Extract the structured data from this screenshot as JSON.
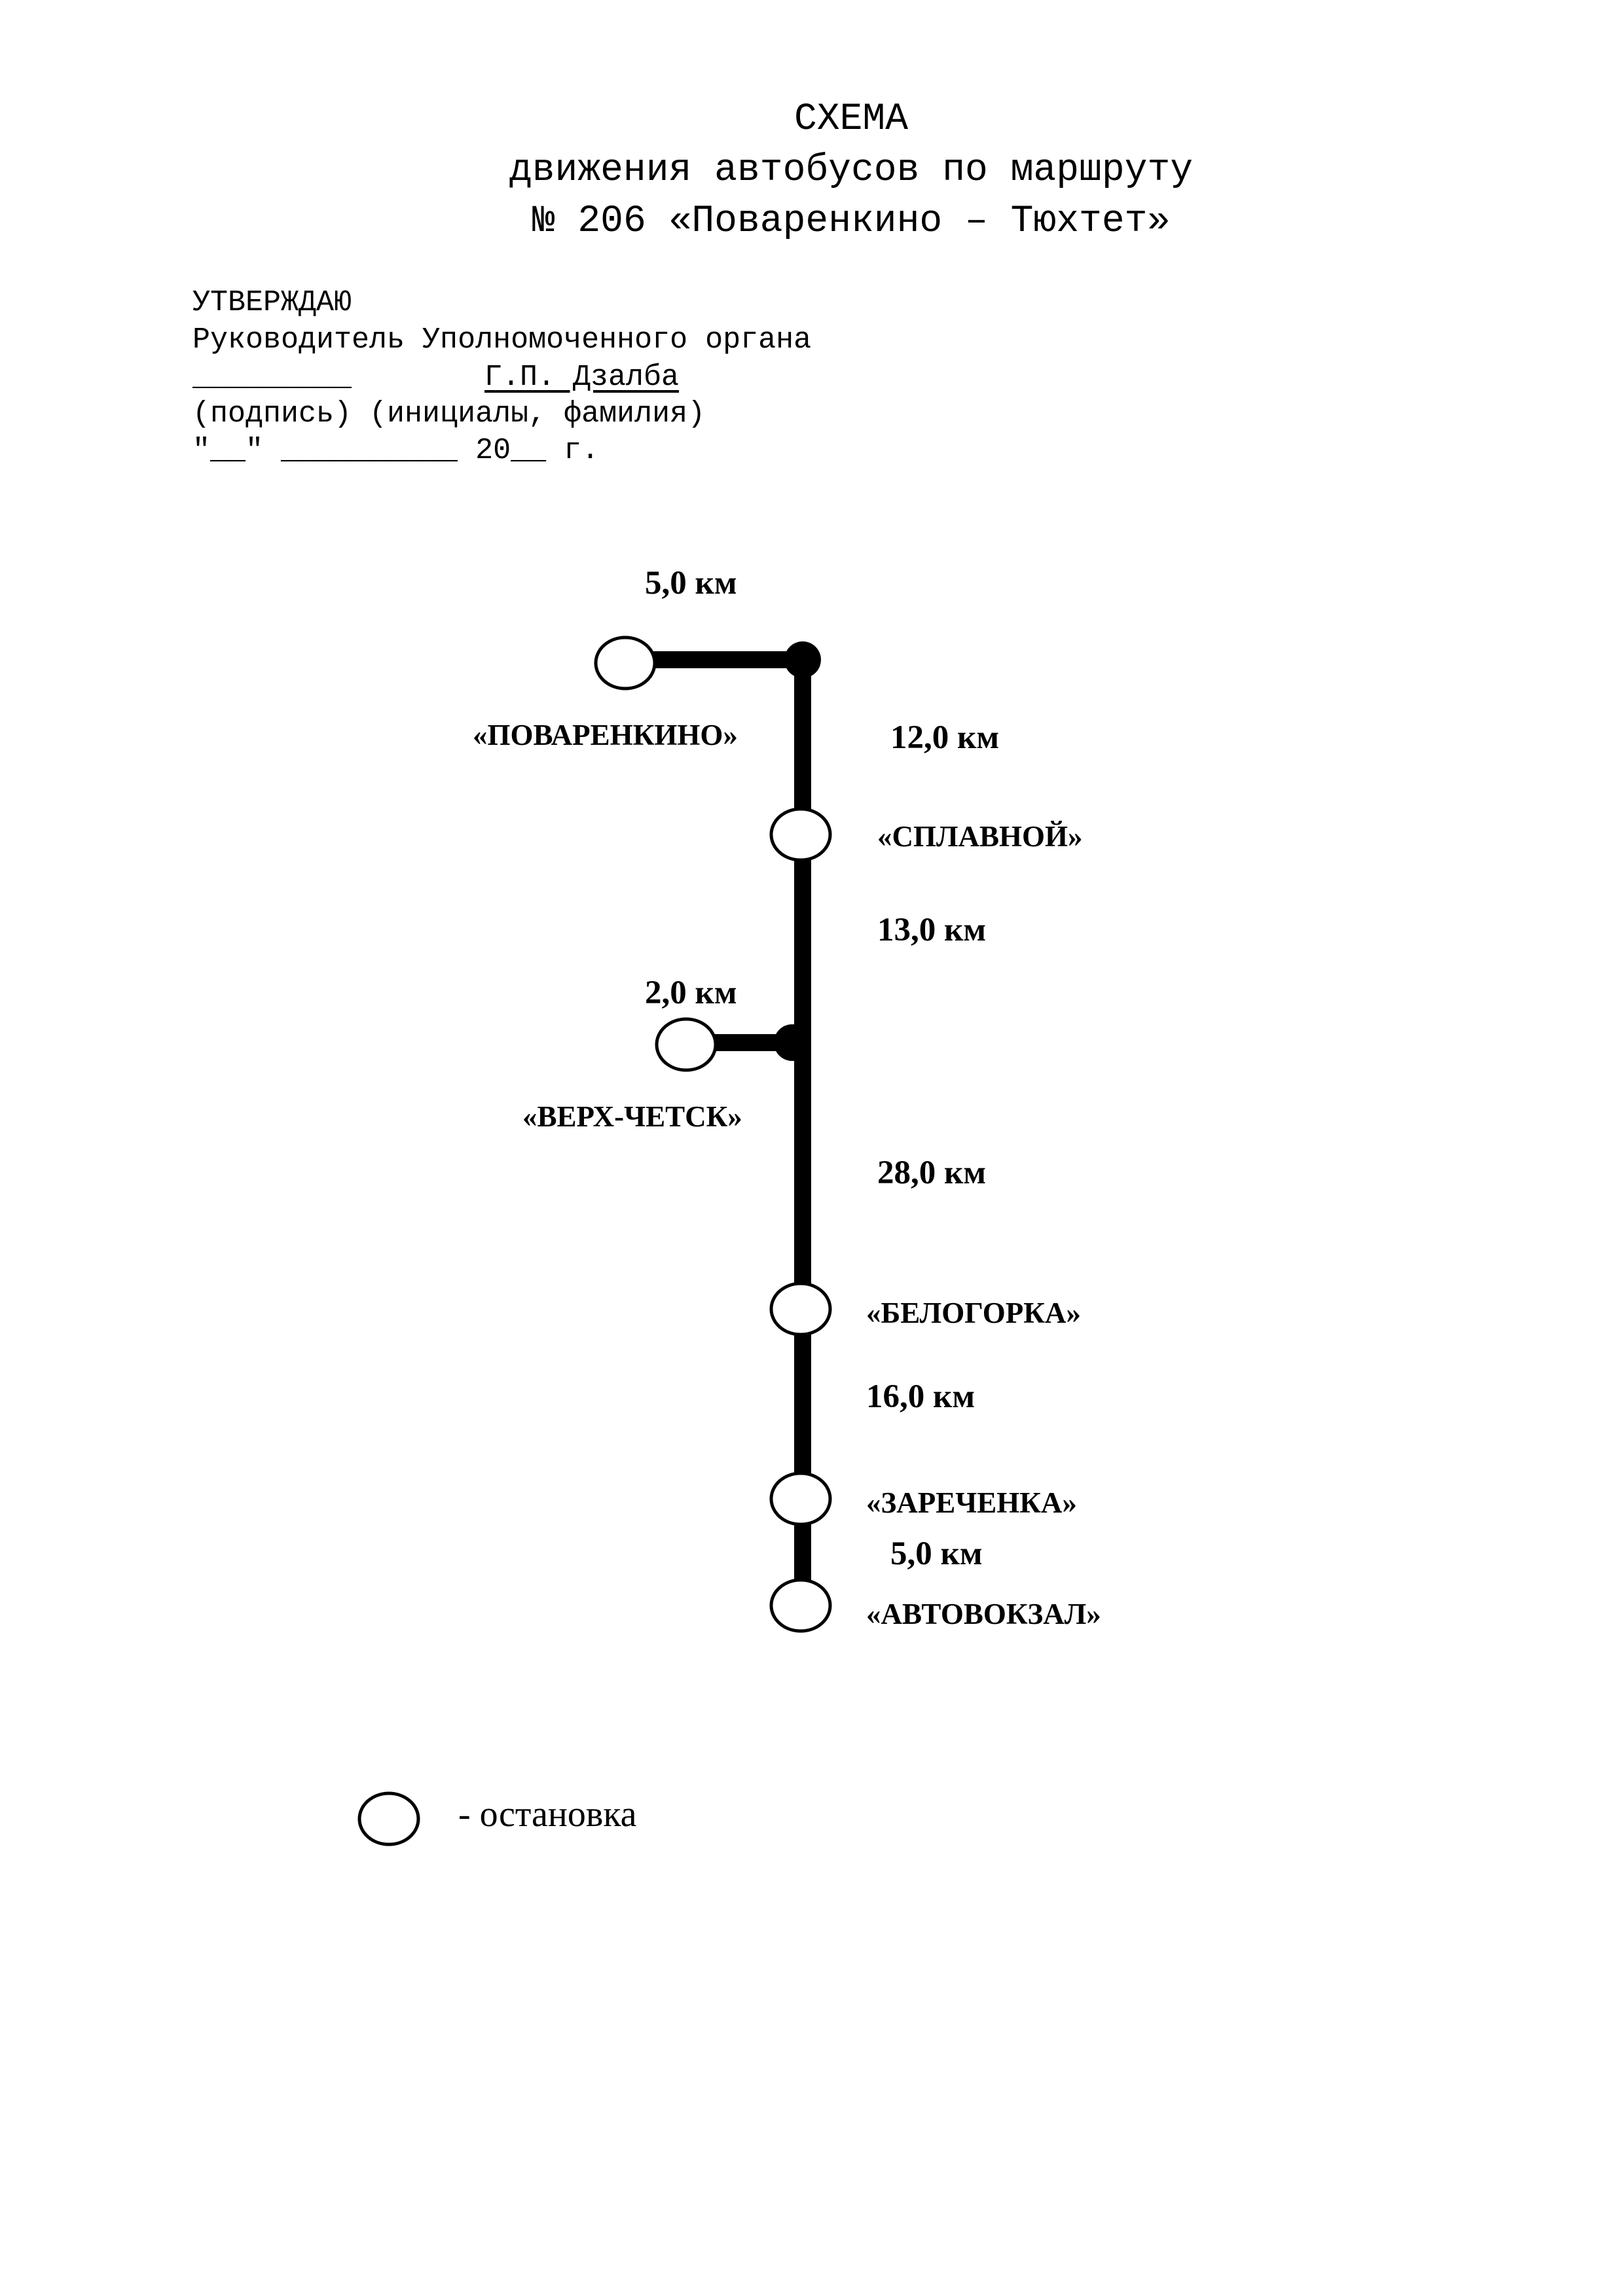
{
  "header": {
    "title_line1": "СХЕМА",
    "title_line2": "движения автобусов по маршруту",
    "title_line3": "№ 206 «Поваренкино – Тюхтет»"
  },
  "approval": {
    "approve_label": "УТВЕРЖДАЮ",
    "position": "Руководитель Уполномоченного органа",
    "signature_blank": "_________",
    "signer_name": "Г.П. Дзалба",
    "caption": "(подпись) (инициалы, фамилия)",
    "date_line": "\"__\" __________ 20__ г."
  },
  "route": {
    "stops": [
      {
        "name": "«ПОВАРЕНКИНО»"
      },
      {
        "name": "«СПЛАВНОЙ»"
      },
      {
        "name": "«ВЕРХ-ЧЕТСК»"
      },
      {
        "name": "«БЕЛОГОРКА»"
      },
      {
        "name": "«ЗАРЕЧЕНКА»"
      },
      {
        "name": "«АВТОВОКЗАЛ»"
      }
    ],
    "segments": [
      {
        "from": "«ПОВАРЕНКИНО»",
        "to": "junction-1",
        "distance": "5,0 км"
      },
      {
        "from": "junction-1",
        "to": "«СПЛАВНОЙ»",
        "distance": "12,0 км"
      },
      {
        "from": "«СПЛАВНОЙ»",
        "to": "junction-2",
        "distance": "13,0 км"
      },
      {
        "from": "«ВЕРХ-ЧЕТСК»",
        "to": "junction-2",
        "distance": "2,0 км"
      },
      {
        "from": "junction-2",
        "to": "«БЕЛОГОРКА»",
        "distance": "28,0 км"
      },
      {
        "from": "«БЕЛОГОРКА»",
        "to": "«ЗАРЕЧЕНКА»",
        "distance": "16,0 км"
      },
      {
        "from": "«ЗАРЕЧЕНКА»",
        "to": "«АВТОВОКЗАЛ»",
        "distance": "5,0 км"
      }
    ]
  },
  "legend": {
    "stop_label": "- остановка"
  }
}
